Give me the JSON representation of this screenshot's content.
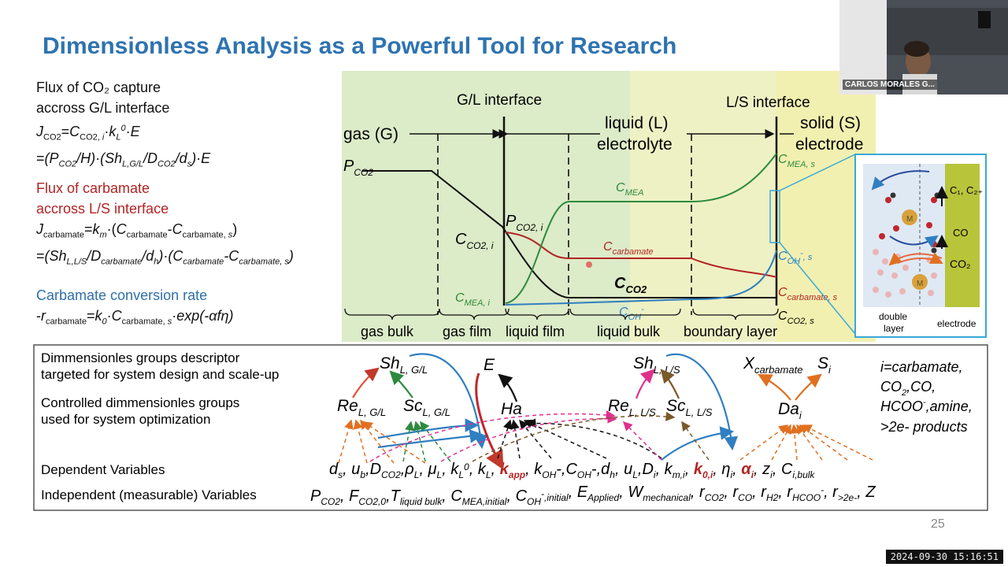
{
  "title": "Dimensionless Analysis as a Powerful Tool for Research",
  "left_panel": {
    "flux_co2_heading_1": "Flux of CO₂ capture",
    "flux_co2_heading_2": "accross G/L interface",
    "flux_carbamate_heading_1": "Flux of carbamate",
    "flux_carbamate_heading_2": "accross L/S interface",
    "conversion_heading": "Carbamate conversion rate"
  },
  "regions": {
    "gl_interface": "G/L interface",
    "ls_interface": "L/S interface",
    "gas": "gas (G)",
    "liquid_1": "liquid (L)",
    "liquid_2": "electrolyte",
    "solid_1": "solid (S)",
    "solid_2": "electrode"
  },
  "zones": [
    "gas bulk",
    "gas film",
    "liquid film",
    "liquid bulk",
    "boundary layer"
  ],
  "inset": {
    "c1c2": "C₁, C₂₊",
    "co": "CO",
    "co2": "CO₂",
    "double_layer_1": "double",
    "double_layer_2": "layer",
    "electrode": "electrode",
    "metal": "M"
  },
  "groups": {
    "row1": "Dimmensionles groups descriptor",
    "row1b": "targeted for system design and scale-up",
    "row2": "Controlled dimmensionles groups",
    "row2b": "used for system optimization",
    "row3": "Dependent Variables",
    "row4": "Independent (measurable) Variables",
    "species_1": "i=carbamate,",
    "species_3": "HCOO",
    "species_3b": ",amine,",
    "species_4": ">2e- products"
  },
  "page_number": "25",
  "webcam": {
    "name": "CARLOS MORALES G..."
  },
  "timestamp": "2024-09-30 15:16:51",
  "colors": {
    "title": "#2e73b0",
    "gas_region": "#dcebc8",
    "liquid_region": "#eef1c4",
    "solid_region": "#f2f0b0",
    "co2_curve": "#111111",
    "mea_curve": "#2d8a3e",
    "carbamate_curve": "#b32424",
    "oh_curve": "#2f7fc1",
    "orange_arrows": "#e07020",
    "magenta_arrows": "#e0308f",
    "brown_arrows": "#7a5a2a"
  }
}
